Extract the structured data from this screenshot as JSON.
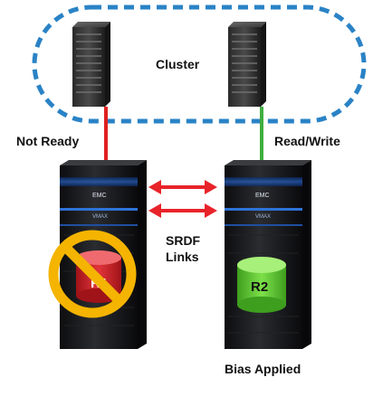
{
  "cluster": {
    "label": "Cluster"
  },
  "left_array": {
    "status": "Not Ready",
    "brand": "EMC",
    "model": "VMAX",
    "volume_label": "R1"
  },
  "right_array": {
    "status": "Read/Write",
    "brand": "EMC",
    "model": "VMAX",
    "volume_label": "R2"
  },
  "links": {
    "line1": "SRDF",
    "line2": "Links"
  },
  "bias_label": "Bias Applied",
  "colors": {
    "cluster_border": "#2a83c6",
    "not_ready_line": "#e02020",
    "read_write_line": "#3fae3f",
    "link_arrows": "#e8232a",
    "prohibit_sign": "#f4b400",
    "r1_volume": "#d8282f",
    "r2_volume": "#6dcc3a"
  }
}
